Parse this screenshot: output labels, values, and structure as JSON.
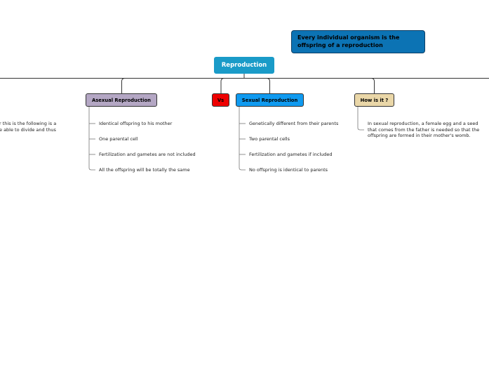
{
  "root": {
    "label": "Reproduction"
  },
  "callout": {
    "text": "Every individual organism is the offspring of a reproduction"
  },
  "branches": {
    "asexual": {
      "label": "Asexual Reproduction",
      "items": [
        "Identical offspring to his mother",
        "One parental cell",
        "Fertilization and gametes are not included",
        "All the offspring will be totally the same"
      ]
    },
    "vs": {
      "label": "Vs"
    },
    "sexual": {
      "label": "Sexual Reproduction",
      "items": [
        "Genetically different from their parents",
        "Two parental cells",
        "Fertilization and gametes if included",
        "No offspring is identical to parents"
      ]
    },
    "how": {
      "label": "How is it ?",
      "text_lines": [
        "In sexual reproduction, a female egg and a seed",
        "that comes from the father is needed so that the",
        "offspring are formed in their mother's womb."
      ]
    }
  },
  "cut_off_left": {
    "text_lines": [
      "r this is the following is a",
      "e able to divide and thus"
    ]
  },
  "colors": {
    "root": "#1a9bc8",
    "callout": "#0c73b4",
    "asexual": "#b4a7c4",
    "vs": "#ee0000",
    "sexual": "#0f9af0",
    "how": "#ead7a8"
  }
}
